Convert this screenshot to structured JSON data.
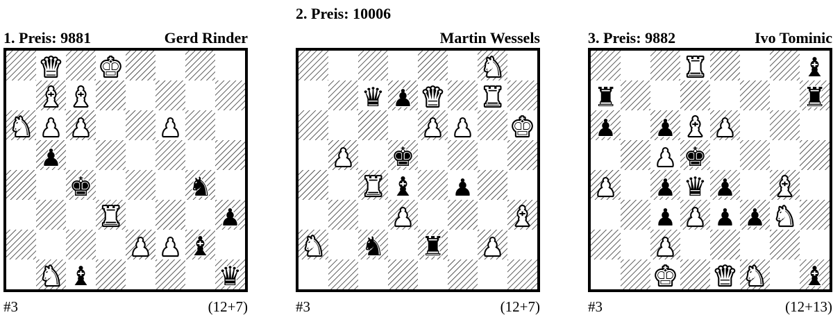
{
  "problems": [
    {
      "award": "1. Preis: 9881",
      "author": "Gerd Rinder",
      "stipulation": "#3",
      "piece_count": "(12+7)",
      "position": [
        [
          "",
          "Q",
          "",
          "K",
          "",
          "",
          "",
          ""
        ],
        [
          "",
          "B",
          "B",
          "",
          "",
          "",
          "",
          ""
        ],
        [
          "N",
          "P",
          "P",
          "",
          "",
          "P",
          "",
          ""
        ],
        [
          "",
          "p",
          "",
          "",
          "",
          "",
          "",
          ""
        ],
        [
          "",
          "",
          "k",
          "",
          "",
          "",
          "n",
          ""
        ],
        [
          "",
          "",
          "",
          "R",
          "",
          "",
          "",
          "p"
        ],
        [
          "",
          "",
          "",
          "",
          "P",
          "P",
          "b",
          ""
        ],
        [
          "",
          "N",
          "b",
          "",
          "",
          "",
          "",
          "q"
        ]
      ]
    },
    {
      "award": "2. Preis: 10006",
      "author": "Martin Wessels",
      "stipulation": "#3",
      "piece_count": "(12+7)",
      "position": [
        [
          "",
          "",
          "",
          "",
          "",
          "",
          "N",
          ""
        ],
        [
          "",
          "",
          "q",
          "p",
          "Q",
          "",
          "R",
          ""
        ],
        [
          "",
          "",
          "",
          "",
          "P",
          "P",
          "",
          "K"
        ],
        [
          "",
          "P",
          "",
          "k",
          "",
          "",
          "",
          ""
        ],
        [
          "",
          "",
          "R",
          "b",
          "",
          "p",
          "",
          ""
        ],
        [
          "",
          "",
          "",
          "P",
          "",
          "",
          "",
          "B"
        ],
        [
          "N",
          "",
          "n",
          "",
          "r",
          "",
          "P",
          ""
        ],
        [
          "",
          "",
          "",
          "",
          "",
          "",
          "",
          ""
        ]
      ]
    },
    {
      "award": "3. Preis: 9882",
      "author": "Ivo Tominic",
      "stipulation": "#3",
      "piece_count": "(12+13)",
      "position": [
        [
          "",
          "",
          "",
          "R",
          "",
          "",
          "",
          "b"
        ],
        [
          "r",
          "",
          "",
          "",
          "",
          "",
          "",
          "r"
        ],
        [
          "p",
          "",
          "p",
          "B",
          "P",
          "",
          "",
          ""
        ],
        [
          "",
          "",
          "P",
          "k",
          "",
          "",
          "",
          ""
        ],
        [
          "P",
          "",
          "p",
          "q",
          "p",
          "",
          "B",
          ""
        ],
        [
          "",
          "",
          "p",
          "P",
          "p",
          "p",
          "N",
          ""
        ],
        [
          "",
          "",
          "P",
          "",
          "",
          "",
          "",
          ""
        ],
        [
          "",
          "",
          "K",
          "",
          "Q",
          "N",
          "",
          "b"
        ]
      ]
    }
  ]
}
